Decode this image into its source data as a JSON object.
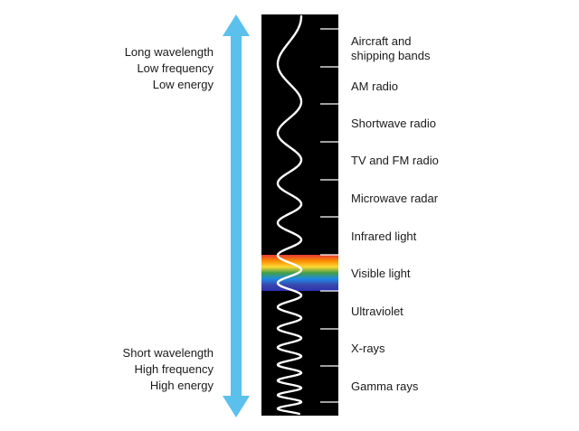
{
  "extremes": {
    "long": [
      "Long wavelength",
      "Low frequency",
      "Low energy"
    ],
    "short": [
      "Short wavelength",
      "High frequency",
      "High energy"
    ]
  },
  "bands": [
    {
      "lines": [
        "Aircraft and",
        "shipping bands"
      ]
    },
    {
      "lines": [
        "AM radio"
      ]
    },
    {
      "lines": [
        "Shortwave radio"
      ]
    },
    {
      "lines": [
        "TV and FM radio"
      ]
    },
    {
      "lines": [
        "Microwave radar"
      ]
    },
    {
      "lines": [
        "Infrared light"
      ]
    },
    {
      "lines": [
        "Visible light"
      ]
    },
    {
      "lines": [
        "Ultraviolet"
      ]
    },
    {
      "lines": [
        "X-rays"
      ]
    },
    {
      "lines": [
        "Gamma rays"
      ]
    }
  ],
  "colors": {
    "arrow": "#5bc0eb",
    "strip": "#000000",
    "wave": "#ffffff",
    "ticks": "#ffffff",
    "spectrum": [
      "#e53935",
      "#fb8c00",
      "#fdd835",
      "#43a047",
      "#1e88e5",
      "#3949ab",
      "#2c2fb0"
    ]
  }
}
